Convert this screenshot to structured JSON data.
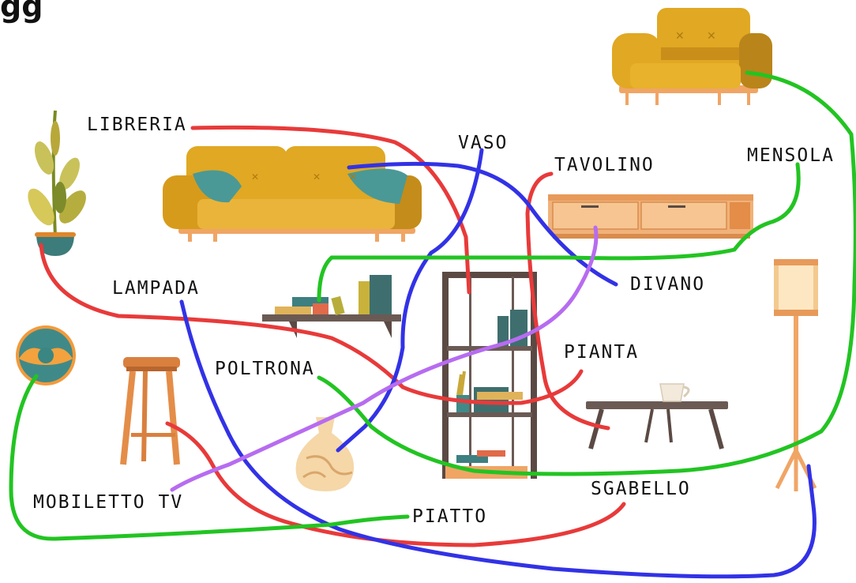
{
  "corner_text": "gg",
  "labels": {
    "libreria": "LIBRERIA",
    "vaso": "VASO",
    "tavolino": "TAVOLINO",
    "mensola": "MENSOLA",
    "lampada": "LAMPADA",
    "divano": "DIVANO",
    "pianta": "PIANTA",
    "poltrona": "POLTRONA",
    "sgabello": "SGABELLO",
    "mobiletto_tv": "MOBILETTO TV",
    "piatto": "PIATTO"
  },
  "line_colors": {
    "red": "#e83a3a",
    "blue": "#3232e6",
    "green": "#22c422",
    "purple": "#b76cf0"
  },
  "furniture_colors": {
    "mustard": "#e0a823",
    "mustard_dark": "#b9851a",
    "teal": "#3f8a88",
    "wood": "#f0b27a",
    "dark_wood": "#5b4a44"
  }
}
